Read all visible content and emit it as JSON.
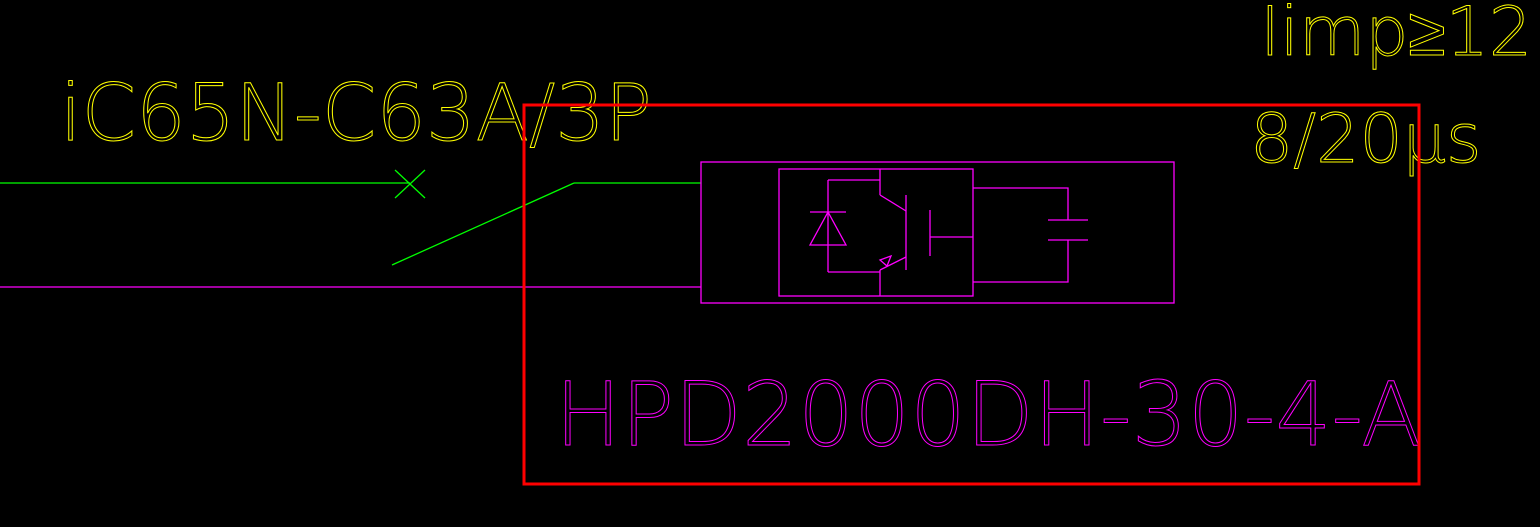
{
  "diagram": {
    "breaker_label": "iC65N-C63A/3P",
    "spec_line_1": "Iimp≥12.",
    "spec_line_2": "8/20μs",
    "model_label": "HPD2000DH-30-4-A"
  },
  "colors": {
    "background": "#000000",
    "yellow_text": "#ffff00",
    "green_line": "#00ff00",
    "magenta": "#ff00ff",
    "red_highlight": "#ff0000"
  },
  "icons": {
    "breaker_contact": "x-mark",
    "diode": "diode-symbol",
    "transistor": "igbt-symbol",
    "capacitor": "capacitor-symbol"
  }
}
